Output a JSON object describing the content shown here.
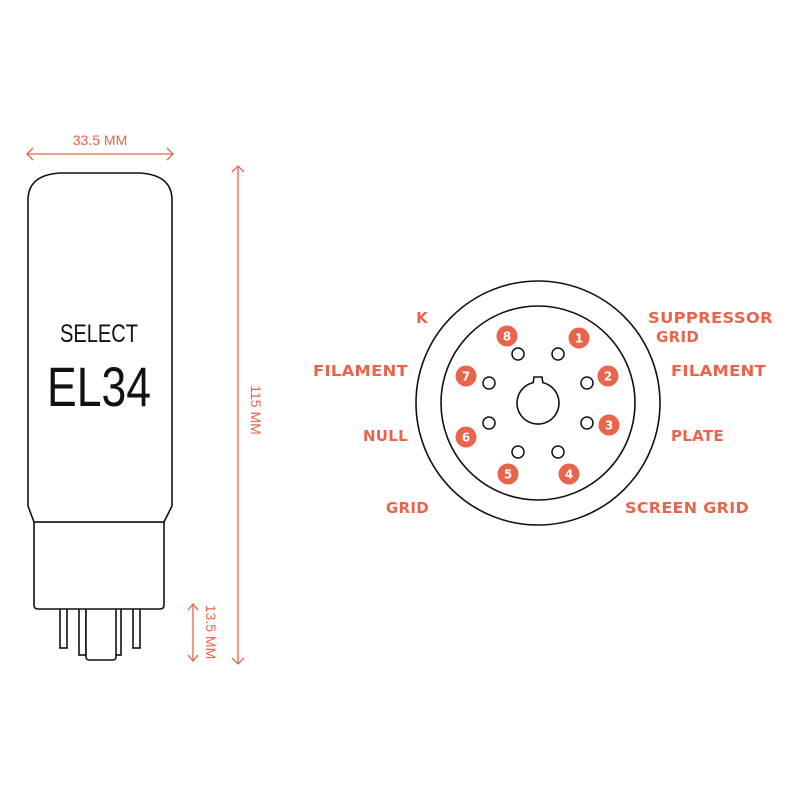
{
  "tube": {
    "brand": "SELECT",
    "model": "EL34"
  },
  "dimensions": {
    "width": "33.5 MM",
    "height": "115 MM",
    "pin_length": "13.5 MM"
  },
  "pins": [
    {
      "number": "1",
      "label": "SUPPRESSOR",
      "label_line2": "GRID"
    },
    {
      "number": "2",
      "label": "FILAMENT"
    },
    {
      "number": "3",
      "label": "PLATE"
    },
    {
      "number": "4",
      "label": "SCREEN GRID"
    },
    {
      "number": "5",
      "label": "GRID"
    },
    {
      "number": "6",
      "label": "NULL"
    },
    {
      "number": "7",
      "label": "FILAMENT"
    },
    {
      "number": "8",
      "label": "K"
    }
  ],
  "colors": {
    "accent": "#e8644a",
    "outline": "#111111"
  }
}
